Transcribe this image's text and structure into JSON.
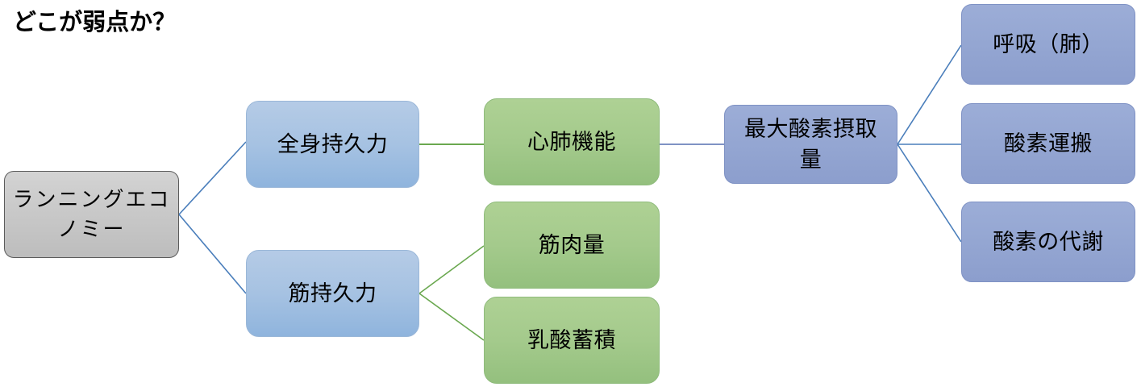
{
  "title": "どこが弱点か？",
  "colors": {
    "gray_node": "#c9c9c9",
    "blue_node": "#a6c2e2",
    "green_node": "#a4ca8c",
    "purple_node": "#94a6d2",
    "blue_edge": "#4a7ebb",
    "green_edge": "#6aa84f",
    "purple_edge": "#7f92c4",
    "text": "#000000",
    "background": "#ffffff"
  },
  "nodes": {
    "running_economy": "ランニングエコノミー",
    "whole_body_endurance": "全身持久力",
    "muscular_endurance": "筋持久力",
    "cardiopulmonary_function": "心肺機能",
    "muscle_mass": "筋肉量",
    "lactate_accumulation": "乳酸蓄積",
    "vo2max_line1": "最大酸素摂取",
    "vo2max_line2": "量",
    "respiration_lung": "呼吸（肺）",
    "oxygen_transport": "酸素運搬",
    "oxygen_metabolism": "酸素の代謝"
  },
  "edges": [
    {
      "from": "running_economy",
      "to": "whole_body_endurance",
      "color": "#4a7ebb"
    },
    {
      "from": "running_economy",
      "to": "muscular_endurance",
      "color": "#4a7ebb"
    },
    {
      "from": "whole_body_endurance",
      "to": "cardiopulmonary_function",
      "color": "#6aa84f"
    },
    {
      "from": "muscular_endurance",
      "to": "muscle_mass",
      "color": "#6aa84f"
    },
    {
      "from": "muscular_endurance",
      "to": "lactate_accumulation",
      "color": "#6aa84f"
    },
    {
      "from": "cardiopulmonary_function",
      "to": "vo2max",
      "color": "#7f92c4"
    },
    {
      "from": "vo2max",
      "to": "respiration_lung",
      "color": "#4a7ebb"
    },
    {
      "from": "vo2max",
      "to": "oxygen_transport",
      "color": "#4a7ebb"
    },
    {
      "from": "vo2max",
      "to": "oxygen_metabolism",
      "color": "#4a7ebb"
    }
  ]
}
